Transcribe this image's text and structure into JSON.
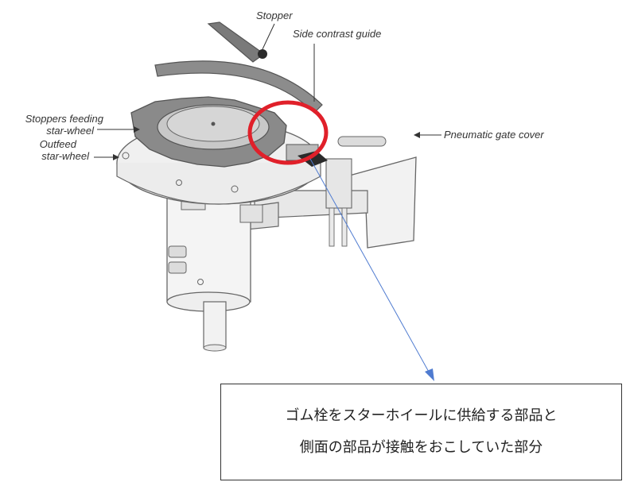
{
  "labels": {
    "stopper": "Stopper",
    "side_guide": "Side contrast guide",
    "feeding_line1": "Stoppers feeding",
    "feeding_line2": "star-wheel",
    "outfeed_line1": "Outfeed",
    "outfeed_line2": "star-wheel",
    "gate_cover": "Pneumatic gate cover"
  },
  "note": {
    "line1": "ゴム栓をスターホイールに供給する部品と",
    "line2": "側面の部品が接触をおこしていた部分"
  },
  "colors": {
    "highlight_circle": "#e0202a",
    "pointer_arrow": "#4f7bd0"
  }
}
